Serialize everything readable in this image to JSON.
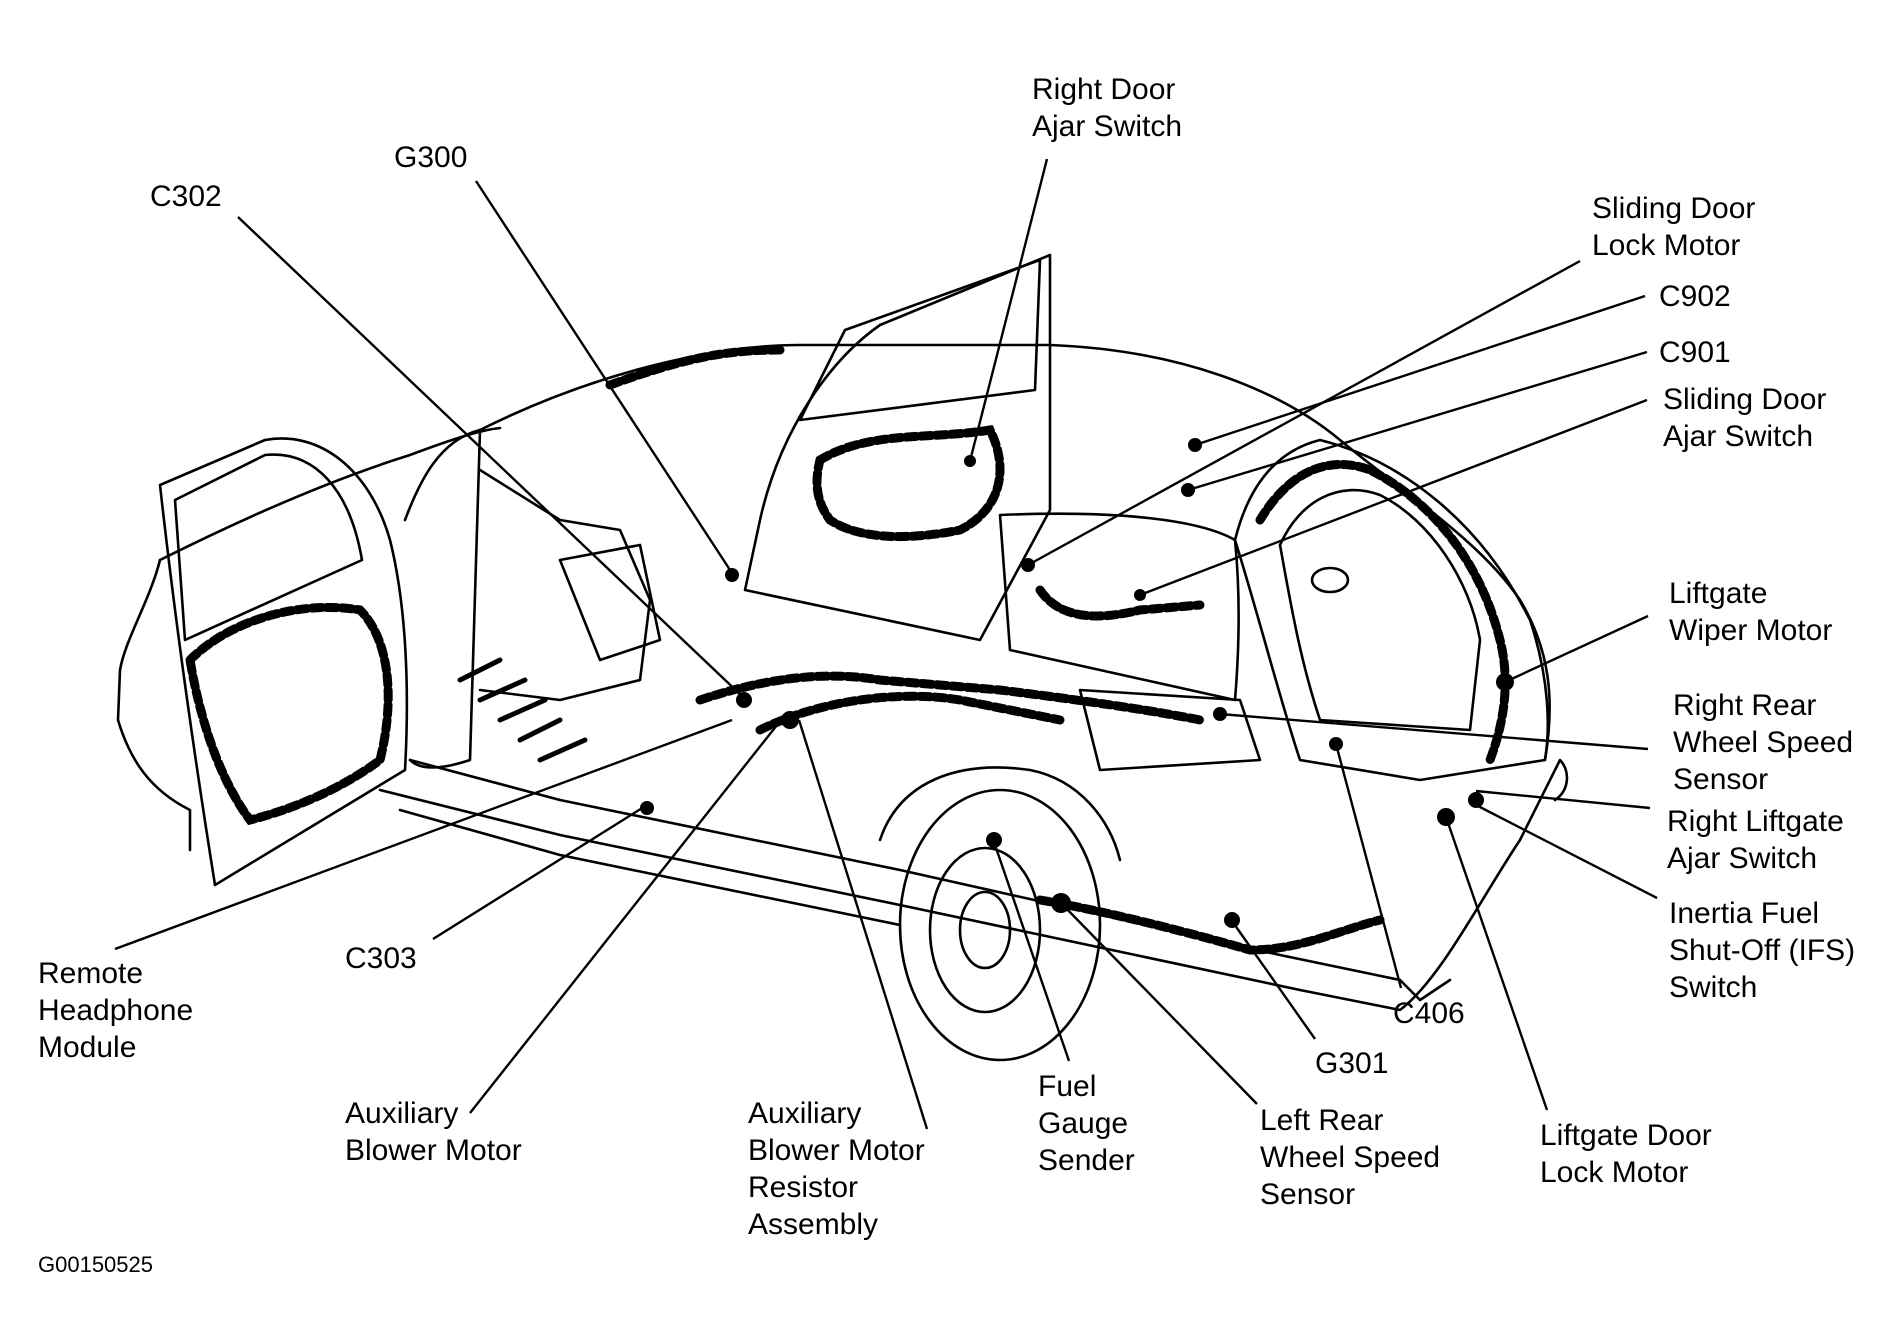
{
  "diagram": {
    "type": "component-location",
    "subject": "vehicle body wiring harness",
    "figure_id": "G00150525",
    "colors": {
      "ink": "#000000",
      "background": "#ffffff"
    },
    "labels": [
      {
        "id": "right-door-ajar-switch",
        "lines": [
          "Right Door",
          "Ajar Switch"
        ]
      },
      {
        "id": "g300",
        "lines": [
          "G300"
        ]
      },
      {
        "id": "c302",
        "lines": [
          "C302"
        ]
      },
      {
        "id": "sliding-door-lock-motor",
        "lines": [
          "Sliding Door",
          "Lock Motor"
        ]
      },
      {
        "id": "c902",
        "lines": [
          "C902"
        ]
      },
      {
        "id": "c901",
        "lines": [
          "C901"
        ]
      },
      {
        "id": "sliding-door-ajar-switch",
        "lines": [
          "Sliding Door",
          "Ajar Switch"
        ]
      },
      {
        "id": "liftgate-wiper-motor",
        "lines": [
          "Liftgate",
          "Wiper Motor"
        ]
      },
      {
        "id": "right-rear-wheel-speed-sensor",
        "lines": [
          "Right Rear",
          "Wheel Speed",
          "Sensor"
        ]
      },
      {
        "id": "right-liftgate-ajar-switch",
        "lines": [
          "Right Liftgate",
          "Ajar Switch"
        ]
      },
      {
        "id": "inertia-fuel-shutoff-switch",
        "lines": [
          "Inertia Fuel",
          "Shut-Off (IFS)",
          "Switch"
        ]
      },
      {
        "id": "c406",
        "lines": [
          "C406"
        ]
      },
      {
        "id": "g301",
        "lines": [
          "G301"
        ]
      },
      {
        "id": "liftgate-door-lock-motor",
        "lines": [
          "Liftgate Door",
          "Lock Motor"
        ]
      },
      {
        "id": "left-rear-wheel-speed-sensor",
        "lines": [
          "Left Rear",
          "Wheel Speed",
          "Sensor"
        ]
      },
      {
        "id": "fuel-gauge-sender",
        "lines": [
          "Fuel",
          "Gauge",
          "Sender"
        ]
      },
      {
        "id": "aux-blower-motor-resistor-assembly",
        "lines": [
          "Auxiliary",
          "Blower Motor",
          "Resistor",
          "Assembly"
        ]
      },
      {
        "id": "auxiliary-blower-motor",
        "lines": [
          "Auxiliary",
          "Blower Motor"
        ]
      },
      {
        "id": "c303",
        "lines": [
          "C303"
        ]
      },
      {
        "id": "remote-headphone-module",
        "lines": [
          "Remote",
          "Headphone",
          "Module"
        ]
      }
    ]
  }
}
